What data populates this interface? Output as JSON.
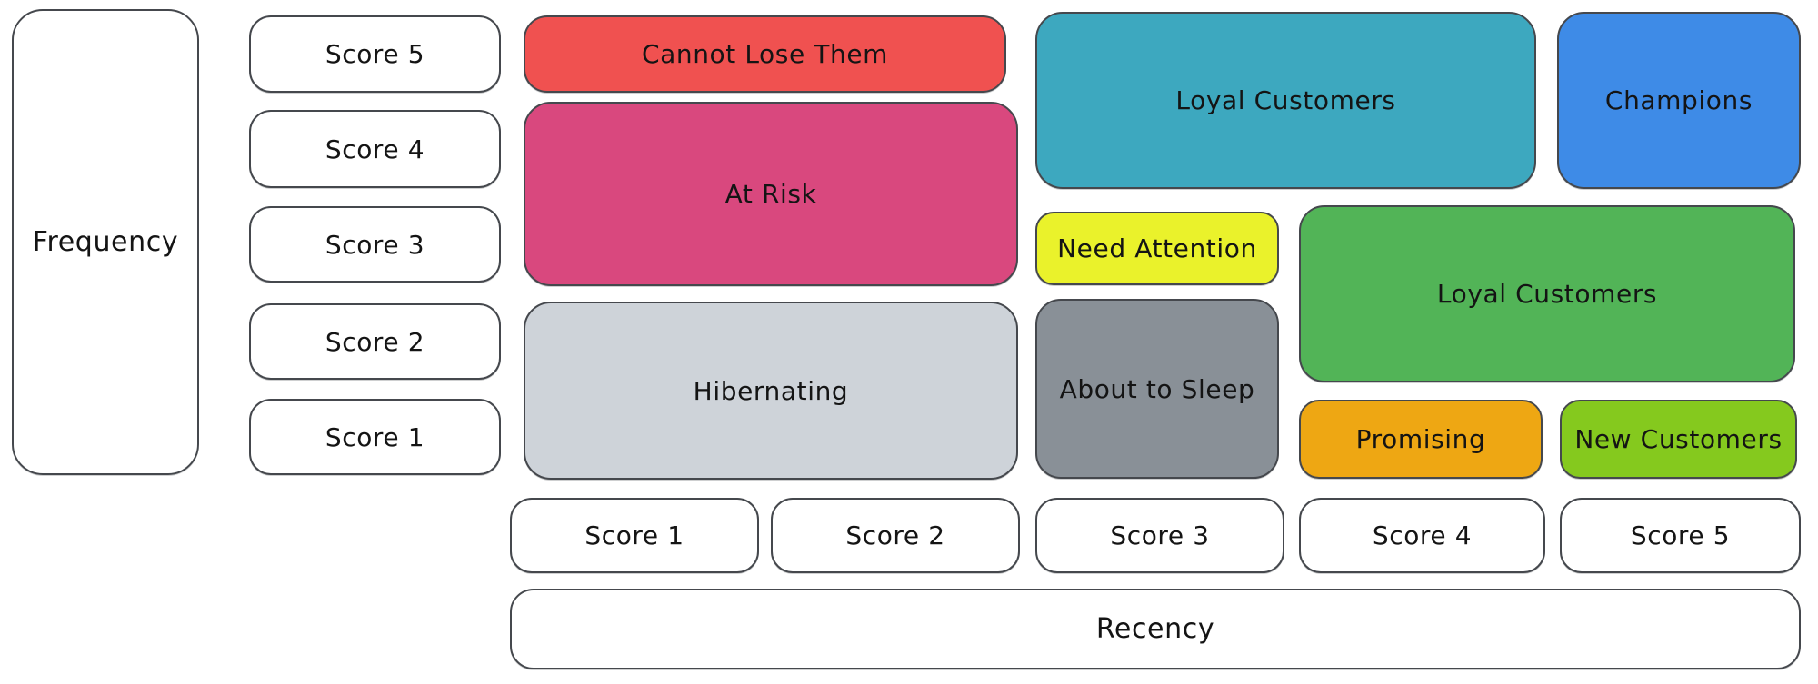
{
  "axes": {
    "frequency": {
      "label": "Frequency",
      "scores": [
        "Score 5",
        "Score 4",
        "Score 3",
        "Score 2",
        "Score 1"
      ]
    },
    "recency": {
      "label": "Recency",
      "scores": [
        "Score 1",
        "Score 2",
        "Score 3",
        "Score 4",
        "Score 5"
      ]
    }
  },
  "segments": [
    {
      "key": "cannot-lose-them",
      "label": "Cannot Lose Them",
      "color": "#f05150",
      "recency_scores": [
        1,
        2
      ],
      "frequency_scores": [
        5,
        5
      ]
    },
    {
      "key": "at-risk",
      "label": "At Risk",
      "color": "#d9487e",
      "recency_scores": [
        1,
        2
      ],
      "frequency_scores": [
        3,
        4
      ]
    },
    {
      "key": "hibernating",
      "label": "Hibernating",
      "color": "#ced3d9",
      "recency_scores": [
        1,
        2
      ],
      "frequency_scores": [
        1,
        2
      ]
    },
    {
      "key": "loyal-customers-upper",
      "label": "Loyal Customers",
      "color": "#3da8bf",
      "recency_scores": [
        3,
        4
      ],
      "frequency_scores": [
        4,
        5
      ]
    },
    {
      "key": "champions",
      "label": "Champions",
      "color": "#3e8be7",
      "recency_scores": [
        5,
        5
      ],
      "frequency_scores": [
        4,
        5
      ]
    },
    {
      "key": "need-attention",
      "label": "Need Attention",
      "color": "#eaf22b",
      "recency_scores": [
        3,
        3
      ],
      "frequency_scores": [
        3,
        3
      ]
    },
    {
      "key": "loyal-customers-lower",
      "label": "Loyal Customers",
      "color": "#52b457",
      "recency_scores": [
        4,
        5
      ],
      "frequency_scores": [
        2,
        3
      ]
    },
    {
      "key": "about-to-sleep",
      "label": "About to Sleep",
      "color": "#899097",
      "recency_scores": [
        3,
        3
      ],
      "frequency_scores": [
        1,
        2
      ]
    },
    {
      "key": "promising",
      "label": "Promising",
      "color": "#eea713",
      "recency_scores": [
        4,
        4
      ],
      "frequency_scores": [
        1,
        1
      ]
    },
    {
      "key": "new-customers",
      "label": "New Customers",
      "color": "#85c91e",
      "recency_scores": [
        5,
        5
      ],
      "frequency_scores": [
        1,
        1
      ]
    }
  ],
  "colors": {
    "stroke": "#45484d",
    "text": "#141414",
    "axis_box_fill": "#ffffff",
    "background": "#ffffff"
  }
}
